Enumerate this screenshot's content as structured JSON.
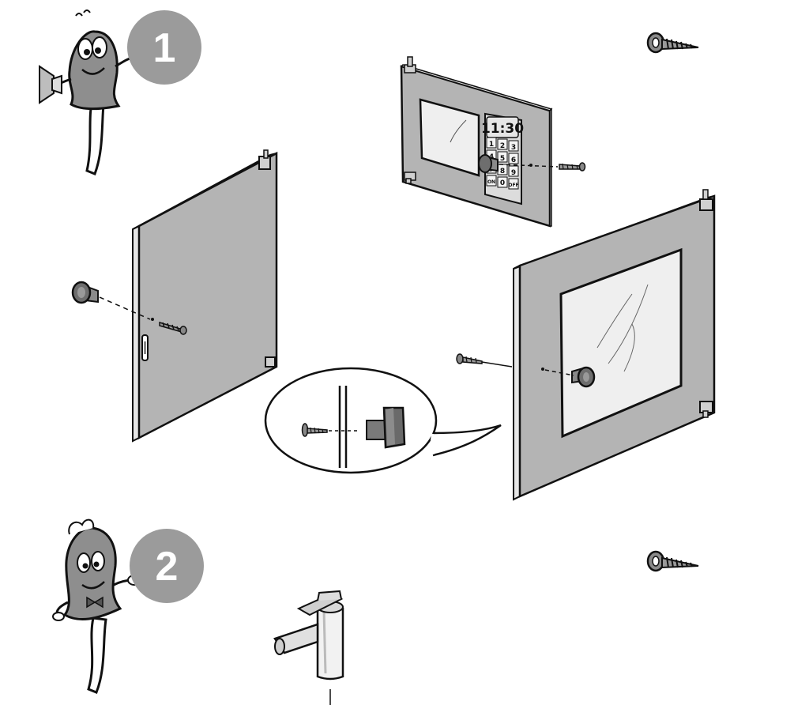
{
  "steps": [
    {
      "number": "1"
    },
    {
      "number": "2"
    }
  ],
  "control_panel": {
    "clock": "11:30",
    "keys": [
      "1",
      "2",
      "3",
      "4",
      "5",
      "6",
      "7",
      "8",
      "9",
      "ON",
      "0",
      "OFF"
    ]
  },
  "icons": {
    "screw_top": "screw-icon",
    "screw_bottom": "screw-icon",
    "mascot_1": "wingnut-mascot-icon",
    "mascot_2": "wingnut-mascot-icon",
    "faucet": "faucet-icon"
  },
  "colors": {
    "panel_gray": "#b4b4b4",
    "badge_gray": "#9b9b9b",
    "outline": "#111111",
    "glass": "#efefef"
  }
}
